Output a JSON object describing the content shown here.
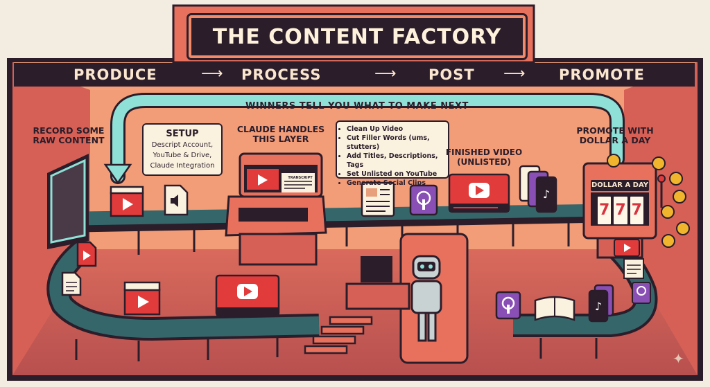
{
  "title": "THE CONTENT FACTORY",
  "stages": [
    "PRODUCE",
    "PROCESS",
    "POST",
    "PROMOTE"
  ],
  "arrow_glyph": "⟶",
  "feedback_loop": "WINNERS TELL YOU WHAT TO MAKE NEXT",
  "labels": {
    "record": [
      "RECORD SOME",
      "RAW CONTENT"
    ],
    "claude": [
      "CLAUDE HANDLES",
      "THIS LAYER"
    ],
    "finished": [
      "FINISHED VIDEO",
      "(UNLISTED)"
    ],
    "promote": [
      "PROMOTE WITH",
      "DOLLAR A DAY"
    ]
  },
  "setup": {
    "heading": "SETUP",
    "lines": [
      "Descript Account,",
      "YouTube & Drive,",
      "Claude Integration"
    ]
  },
  "tasks": [
    "Clean Up Video",
    "Cut Filler Words (ums, stutters)",
    "Add Titles, Descriptions, Tags",
    "Set Unlisted on YouTube",
    "Generate Social Clips"
  ],
  "slot_machine": {
    "title": "DOLLAR A DAY",
    "reels": [
      "7",
      "7",
      "7"
    ]
  },
  "board_label": "TRANSCRIPT",
  "icons": [
    "clapperboard-icon",
    "audio-file-icon",
    "play-icon",
    "podcast-icon",
    "document-icon",
    "book-icon",
    "tiktok-icon",
    "coin-icon",
    "robot-icon",
    "sparkle-icon"
  ],
  "colors": {
    "frame": "#2b1d2a",
    "wall": "#e8715e",
    "wall_light": "#f49a75",
    "floor": "#c85a55",
    "belt": "#35676a",
    "loop_arrow": "#8fe0d6",
    "youtube_red": "#e23b3b",
    "purple": "#8a4fb5",
    "coin": "#f1b52d",
    "card": "#fbf1df"
  }
}
